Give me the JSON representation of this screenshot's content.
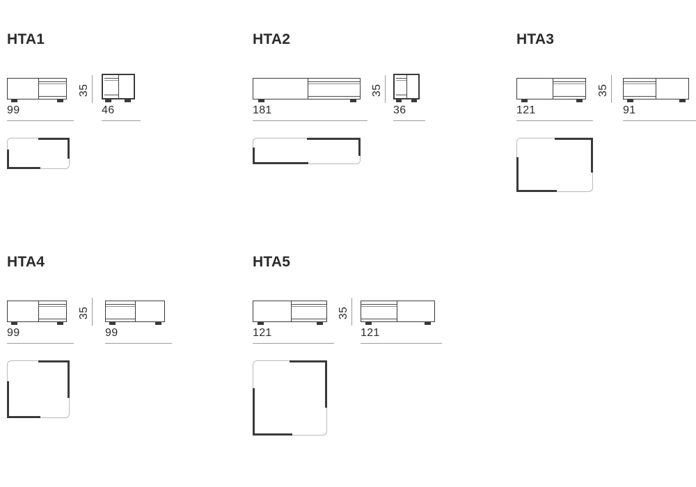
{
  "page": {
    "title": "HTA coffee table dimension sheet",
    "background": "#ffffff",
    "line_color": "#3a3a3a",
    "rule_color": "#9a9a9a",
    "text_color": "#2b2b2b"
  },
  "models": [
    {
      "id": "hta1",
      "label": "HTA1",
      "height_label": "35",
      "elevations": [
        {
          "name": "front-view",
          "width_label": "99"
        },
        {
          "name": "side-view",
          "width_label": "46"
        }
      ],
      "plan": {
        "name": "plan-view",
        "shape": "rectangle"
      }
    },
    {
      "id": "hta2",
      "label": "HTA2",
      "height_label": "35",
      "elevations": [
        {
          "name": "front-view",
          "width_label": "181"
        },
        {
          "name": "side-view",
          "width_label": "36"
        }
      ],
      "plan": {
        "name": "plan-view",
        "shape": "rectangle"
      }
    },
    {
      "id": "hta3",
      "label": "HTA3",
      "height_label": "35",
      "elevations": [
        {
          "name": "front-view",
          "width_label": "121"
        },
        {
          "name": "side-view",
          "width_label": "91"
        }
      ],
      "plan": {
        "name": "plan-view",
        "shape": "rectangle"
      }
    },
    {
      "id": "hta4",
      "label": "HTA4",
      "height_label": "35",
      "elevations": [
        {
          "name": "front-view",
          "width_label": "99"
        },
        {
          "name": "side-view",
          "width_label": "99"
        }
      ],
      "plan": {
        "name": "plan-view",
        "shape": "square"
      }
    },
    {
      "id": "hta5",
      "label": "HTA5",
      "height_label": "35",
      "elevations": [
        {
          "name": "front-view",
          "width_label": "121"
        },
        {
          "name": "side-view",
          "width_label": "121"
        }
      ],
      "plan": {
        "name": "plan-view",
        "shape": "square"
      }
    }
  ]
}
